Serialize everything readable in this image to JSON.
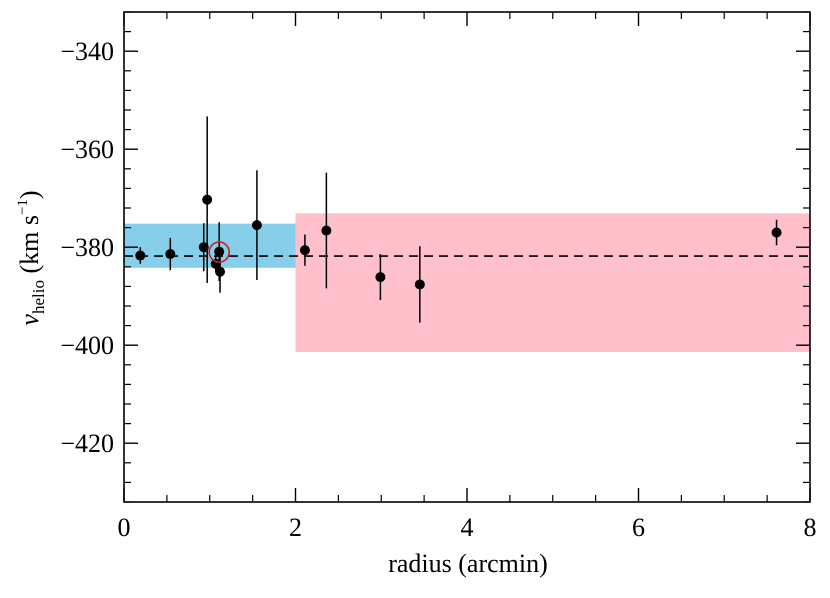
{
  "chart_data": {
    "type": "scatter",
    "title": "",
    "xlabel": "radius (arcmin)",
    "ylabel": {
      "main": "v",
      "subscript": "helio",
      "units_open": " (km s",
      "units_sup": "−1",
      "units_close": ")"
    },
    "xlim": [
      0,
      8
    ],
    "ylim": [
      -432,
      -332
    ],
    "x_ticks": [
      0,
      2,
      4,
      6,
      8
    ],
    "x_tick_labels": [
      "0",
      "2",
      "4",
      "6",
      "8"
    ],
    "y_ticks": [
      -340,
      -360,
      -380,
      -400,
      -420
    ],
    "y_tick_labels": [
      "−340",
      "−360",
      "−380",
      "−400",
      "−420"
    ],
    "x_minor_step": 0.5,
    "y_minor_step": 4,
    "grid": false,
    "shaded_regions": [
      {
        "x": [
          0,
          2
        ],
        "y": [
          -384.2,
          -375.2
        ],
        "color": "#87ceeb"
      },
      {
        "x": [
          2,
          8
        ],
        "y": [
          -401.4,
          -373.1
        ],
        "color": "#ffc0cb"
      }
    ],
    "reference_line": {
      "y": -381.8,
      "style": "dashed"
    },
    "points": [
      {
        "x": 0.19,
        "y": -381.7,
        "yerr": 1.7
      },
      {
        "x": 0.54,
        "y": -381.4,
        "yerr": 3.3
      },
      {
        "x": 0.93,
        "y": -380.0,
        "yerr": 4.9
      },
      {
        "x": 0.97,
        "y": -370.3,
        "yerr": 17.0
      },
      {
        "x": 1.07,
        "y": -383.4,
        "yerr": 1.6
      },
      {
        "x": 1.11,
        "y": -380.9,
        "yerr": 6.0
      },
      {
        "x": 1.12,
        "y": -385.0,
        "yerr": 4.3
      },
      {
        "x": 1.55,
        "y": -375.5,
        "yerr": 11.2
      },
      {
        "x": 2.11,
        "y": -380.6,
        "yerr": 3.2
      },
      {
        "x": 2.36,
        "y": -376.6,
        "yerr": 11.8
      },
      {
        "x": 2.99,
        "y": -386.1,
        "yerr": 4.7
      },
      {
        "x": 3.45,
        "y": -387.6,
        "yerr": 7.8
      },
      {
        "x": 7.61,
        "y": -377.0,
        "yerr": 2.6
      }
    ],
    "highlight": {
      "x": 1.11,
      "y": -381.0,
      "color": "#cc2222"
    },
    "point_color": "#000000"
  }
}
